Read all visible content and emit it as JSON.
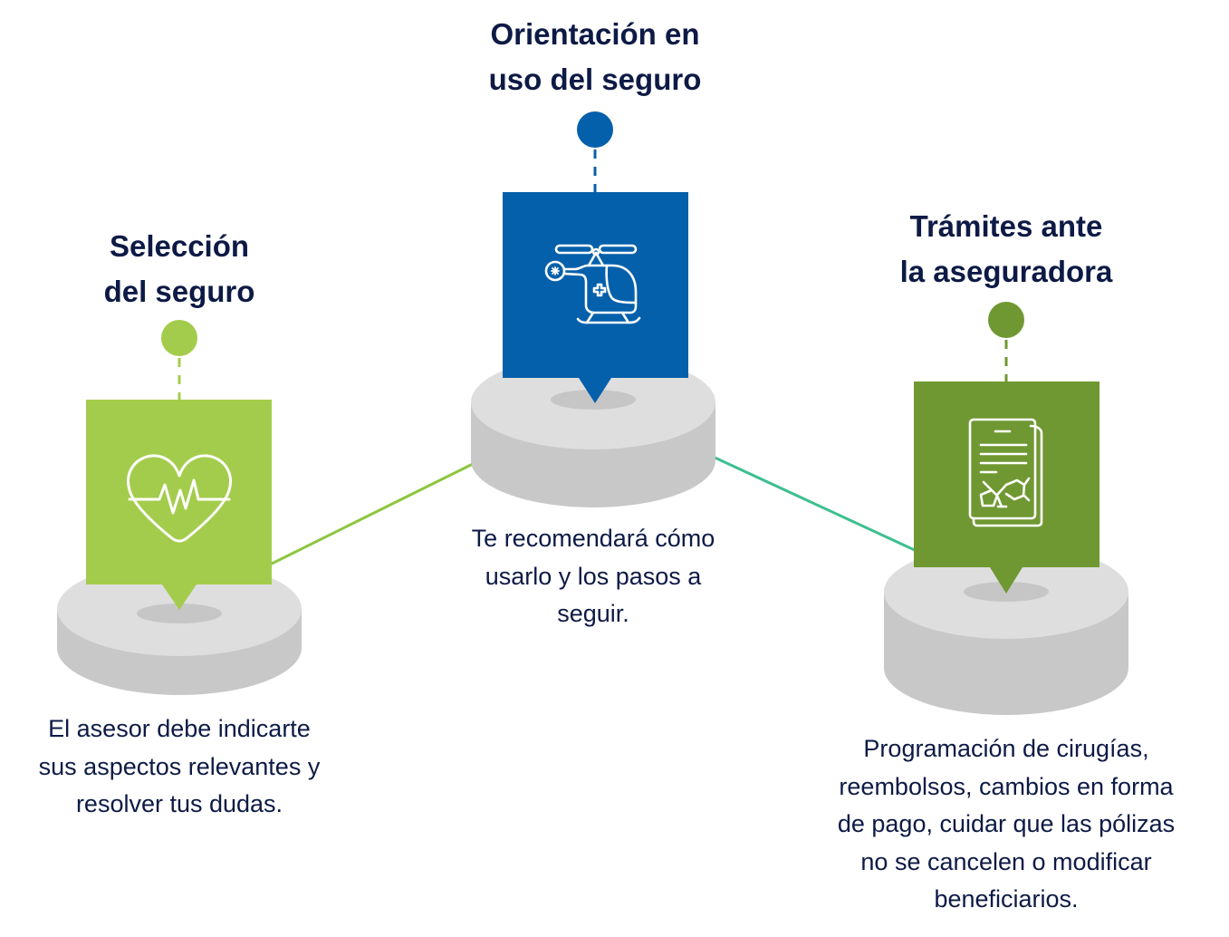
{
  "colors": {
    "text": "#0d1a45",
    "light_green": "#a4cc4c",
    "blue": "#0560ab",
    "dark_green": "#709832",
    "teal_line": "#3cbf8f",
    "disc_top": "#dcdcdc",
    "disc_side": "#c8c8c8",
    "disc_hole": "#c6c6c6"
  },
  "steps": [
    {
      "id": "seleccion",
      "title_lines": [
        "Selección",
        "del seguro"
      ],
      "icon": "heartbeat-icon",
      "description_lines": [
        "El asesor debe indicarte",
        "sus aspectos relevantes y",
        "resolver tus dudas."
      ]
    },
    {
      "id": "orientacion",
      "title_lines": [
        "Orientación en",
        "uso del seguro"
      ],
      "icon": "medical-helicopter-icon",
      "description_lines": [
        "Te recomendará cómo",
        "usarlo y los pasos a",
        "seguir."
      ]
    },
    {
      "id": "tramites",
      "title_lines": [
        "Trámites ante",
        "la aseguradora"
      ],
      "icon": "document-report-icon",
      "description_lines": [
        "Programación de cirugías,",
        "reembolsos, cambios en forma",
        "de pago, cuidar que las pólizas",
        "no se cancelen o modificar",
        "beneficiarios."
      ]
    }
  ]
}
